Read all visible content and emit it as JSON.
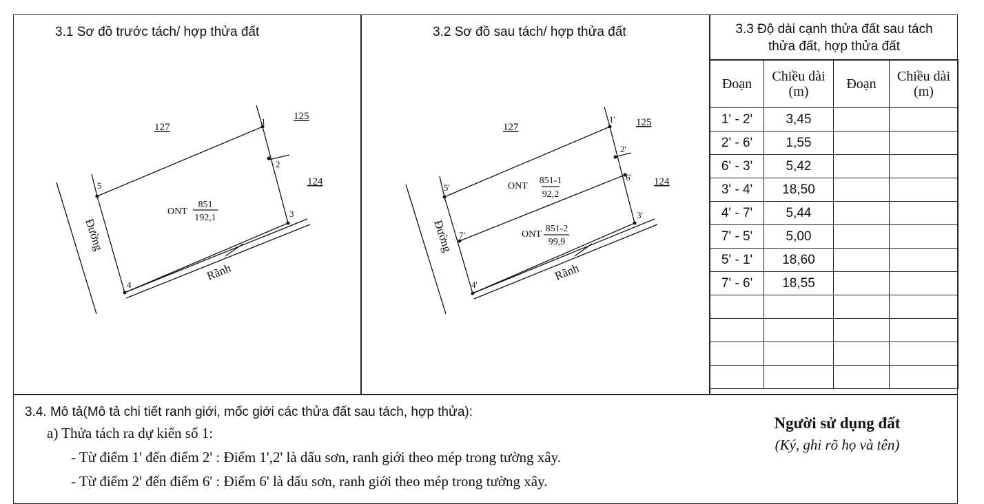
{
  "sections": {
    "s31": {
      "title": "3.1 Sơ đồ trước tách/ hợp thửa đất"
    },
    "s32": {
      "title": "3.2 Sơ đồ sau tách/ hợp thửa đất"
    },
    "s33": {
      "title_line1": "3.3 Độ dài cạnh thửa đất sau tách",
      "title_line2": "thửa đất, hợp thửa đất"
    }
  },
  "diagram1": {
    "neighbors": {
      "n127": "127",
      "n125": "125",
      "n124": "124"
    },
    "points": {
      "p1": "1",
      "p2": "2",
      "p3": "3",
      "p4": "4",
      "p5": "5"
    },
    "road": "Đường",
    "ditch": "Rãnh",
    "parcel": {
      "use": "ONT",
      "number": "851",
      "area": "192,1"
    }
  },
  "diagram2": {
    "neighbors": {
      "n127": "127",
      "n125": "125",
      "n124": "124"
    },
    "points": {
      "p1": "1'",
      "p2": "2'",
      "p6": "6'",
      "p3": "3'",
      "p4": "4'",
      "p5": "5'",
      "p7": "7'"
    },
    "road": "Đường",
    "ditch": "Rãnh",
    "parcel1": {
      "use": "ONT",
      "number": "851-1",
      "area": "92,2"
    },
    "parcel2": {
      "use": "ONT",
      "number": "851-2",
      "area": "99,9"
    }
  },
  "table": {
    "col_segment": "Đoạn",
    "col_length_line1": "Chiều dài",
    "col_length_line2": "(m)",
    "rows": [
      {
        "seg": "1' - 2'",
        "len": "3,45"
      },
      {
        "seg": "2' - 6'",
        "len": "1,55"
      },
      {
        "seg": "6' - 3'",
        "len": "5,42"
      },
      {
        "seg": "3' - 4'",
        "len": "18,50"
      },
      {
        "seg": "4' - 7'",
        "len": "5,44"
      },
      {
        "seg": "7' - 5'",
        "len": "5,00"
      },
      {
        "seg": "5' - 1'",
        "len": "18,60"
      },
      {
        "seg": "7' - 6'",
        "len": "18,55"
      },
      {
        "seg": "",
        "len": ""
      },
      {
        "seg": "",
        "len": ""
      },
      {
        "seg": "",
        "len": ""
      },
      {
        "seg": "",
        "len": ""
      }
    ]
  },
  "description": {
    "heading": "3.4. Mô tả(Mô tả chi tiết ranh giới, mốc giới các thửa đất sau tách, hợp thửa):",
    "item_a": "a) Thửa tách ra dự kiến số 1:",
    "line1": "- Từ điểm 1' đến điểm  2' : Điểm 1',2' là dấu sơn, ranh giới theo mép trong tường xây.",
    "line2": "- Từ điểm 2' đến điểm  6' : Điểm 6' là dấu sơn, ranh giới theo mép trong tường xây."
  },
  "signature": {
    "title": "Người sử dụng đất",
    "subtitle": "(Ký, ghi rõ họ và tên)"
  }
}
